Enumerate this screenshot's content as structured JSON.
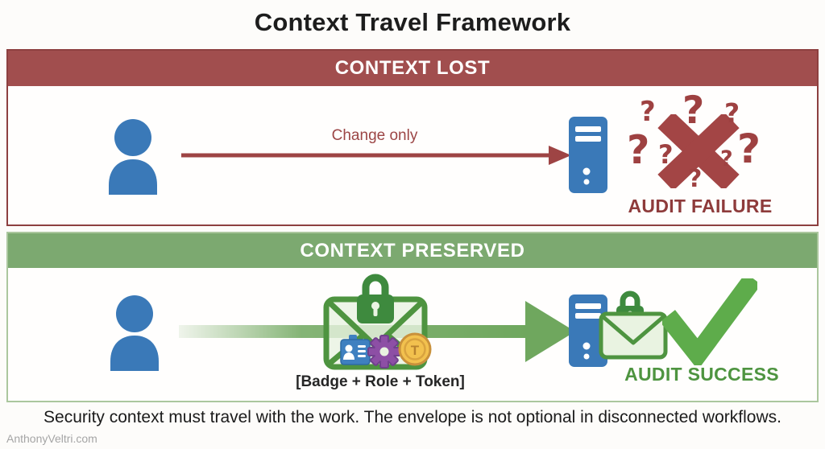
{
  "title": "Context Travel Framework",
  "panels": {
    "lost": {
      "header": "CONTEXT LOST",
      "arrow_label": "Change only",
      "question_mark": "?",
      "result_label": "AUDIT FAILURE"
    },
    "preserved": {
      "header": "CONTEXT PRESERVED",
      "envelope_label": "[Badge + Role + Token]",
      "token_letter": "T",
      "result_label": "AUDIT SUCCESS"
    }
  },
  "caption": "Security context must travel with the work. The envelope is not optional in disconnected workflows.",
  "watermark": "AnthonyVeltri.com",
  "icons": {
    "user": "person-silhouette",
    "server": "server-tower",
    "cross": "x-mark",
    "check": "checkmark",
    "envelope": "sealed-envelope",
    "lock": "padlock",
    "badge": "id-badge",
    "gear": "role-gear",
    "token": "token-coin"
  },
  "colors": {
    "lost_header": "#a14e4e",
    "lost_border": "#8d4040",
    "lost_accent": "#9e4444",
    "failure_text": "#8e3b3b",
    "preserved_header": "#7ca970",
    "preserved_border": "#abc79e",
    "success_green": "#4e9440",
    "check_green": "#5eac4b",
    "icon_blue": "#3a79b8",
    "gear_purple": "#8d4fa5",
    "coin_gold": "#f2c14e"
  }
}
